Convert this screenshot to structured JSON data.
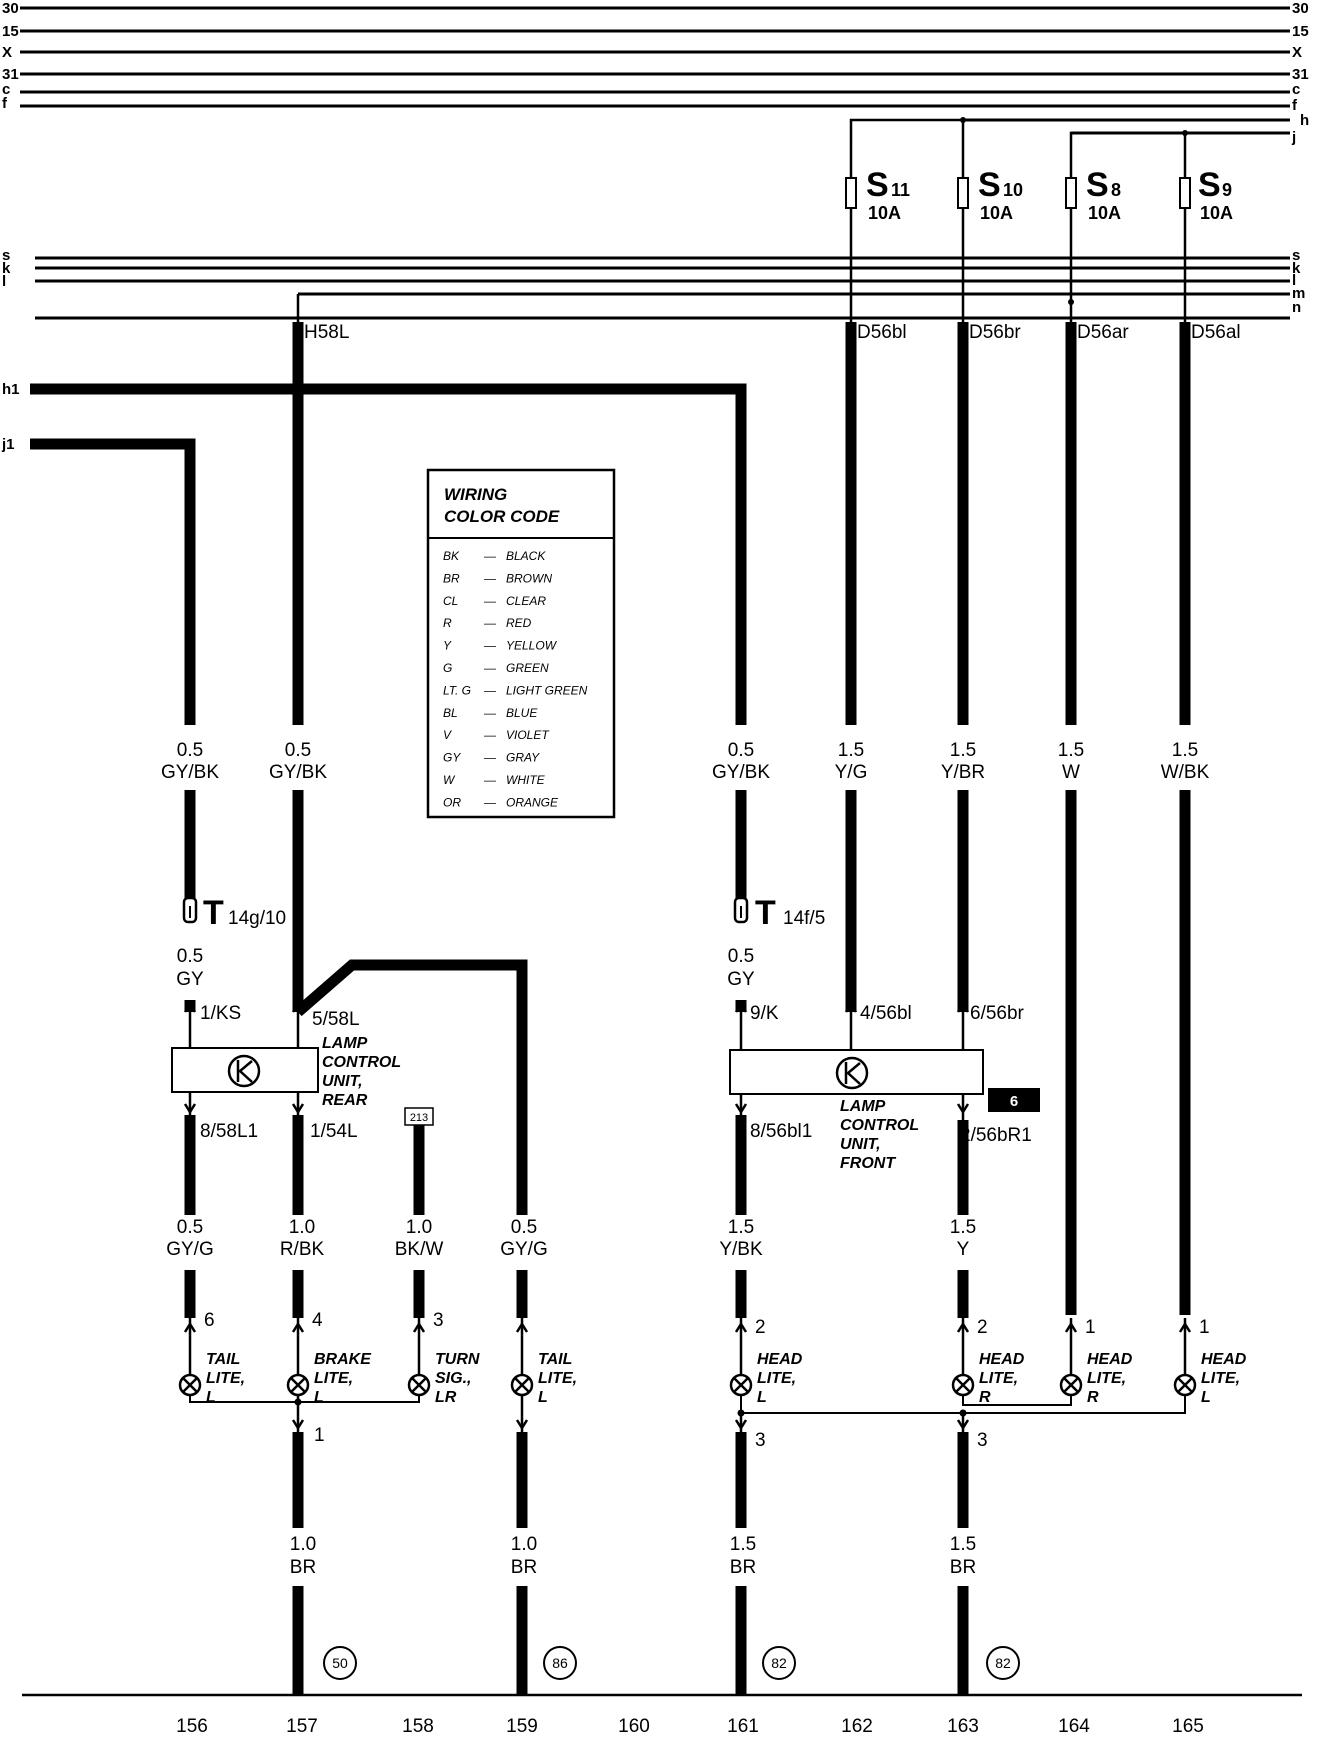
{
  "bus_top": [
    "30",
    "15",
    "X",
    "31",
    "c",
    "f"
  ],
  "bus_right_extra": [
    "h",
    "j"
  ],
  "bus_mid": [
    "s",
    "k",
    "l"
  ],
  "bus_mid_right": [
    "s",
    "k",
    "l",
    "m",
    "n"
  ],
  "inputs": [
    "h1",
    "j1"
  ],
  "fuses": [
    {
      "id": "S",
      "sub": "11",
      "rating": "10A"
    },
    {
      "id": "S",
      "sub": "10",
      "rating": "10A"
    },
    {
      "id": "S",
      "sub": "8",
      "rating": "10A"
    },
    {
      "id": "S",
      "sub": "9",
      "rating": "10A"
    }
  ],
  "bus_taps": [
    "H58L",
    "D56bl",
    "D56br",
    "D56ar",
    "D56al"
  ],
  "upper_wires": [
    {
      "size": "0.5",
      "color": "GY/BK"
    },
    {
      "size": "0.5",
      "color": "GY/BK"
    },
    {
      "size": "0.5",
      "color": "GY/BK"
    },
    {
      "size": "1.5",
      "color": "Y/G"
    },
    {
      "size": "1.5",
      "color": "Y/BR"
    },
    {
      "size": "1.5",
      "color": "W"
    },
    {
      "size": "1.5",
      "color": "W/BK"
    }
  ],
  "legend": {
    "title1": "WIRING",
    "title2": "COLOR CODE",
    "rows": [
      {
        "code": "BK",
        "name": "BLACK"
      },
      {
        "code": "BR",
        "name": "BROWN"
      },
      {
        "code": "CL",
        "name": "CLEAR"
      },
      {
        "code": "R",
        "name": "RED"
      },
      {
        "code": "Y",
        "name": "YELLOW"
      },
      {
        "code": "G",
        "name": "GREEN"
      },
      {
        "code": "LT. G",
        "name": "LIGHT GREEN"
      },
      {
        "code": "BL",
        "name": "BLUE"
      },
      {
        "code": "V",
        "name": "VIOLET"
      },
      {
        "code": "GY",
        "name": "GRAY"
      },
      {
        "code": "W",
        "name": "WHITE"
      },
      {
        "code": "OR",
        "name": "ORANGE"
      }
    ]
  },
  "connectors": [
    {
      "id": "T",
      "sub": "14g/10"
    },
    {
      "id": "T",
      "sub": "14f/5"
    }
  ],
  "after_connector_wires": [
    {
      "size": "0.5",
      "color": "GY"
    },
    {
      "size": "0.5",
      "color": "GY"
    }
  ],
  "rear_unit": {
    "pins_top": [
      "1/KS",
      "5/58L"
    ],
    "pins_bottom": [
      "8/58L1",
      "1/54L"
    ],
    "label": [
      "LAMP",
      "CONTROL",
      "UNIT,",
      "REAR"
    ]
  },
  "front_unit": {
    "pins_top": [
      "9/K",
      "4/56bl",
      "6/56br"
    ],
    "pins_bottom": [
      "8/56bl1",
      "2/56bR1"
    ],
    "label": [
      "LAMP",
      "CONTROL",
      "UNIT,",
      "FRONT"
    ],
    "badge": "6"
  },
  "ref_box": "213",
  "lower_wires": [
    {
      "size": "0.5",
      "color": "GY/G"
    },
    {
      "size": "1.0",
      "color": "R/BK"
    },
    {
      "size": "1.0",
      "color": "BK/W"
    },
    {
      "size": "0.5",
      "color": "GY/G"
    },
    {
      "size": "1.5",
      "color": "Y/BK"
    },
    {
      "size": "1.5",
      "color": "Y"
    }
  ],
  "lamps": [
    {
      "pin": "6",
      "label": [
        "TAIL",
        "LITE,",
        "L"
      ]
    },
    {
      "pin": "4",
      "label": [
        "BRAKE",
        "LITE,",
        "L"
      ]
    },
    {
      "pin": "3",
      "label": [
        "TURN",
        "SIG.,",
        "LR"
      ]
    },
    {
      "pin": "",
      "label": [
        "TAIL",
        "LITE,",
        "L"
      ]
    },
    {
      "pin": "2",
      "label": [
        "HEAD",
        "LITE,",
        "L"
      ]
    },
    {
      "pin": "2",
      "label": [
        "HEAD",
        "LITE,",
        "R"
      ]
    },
    {
      "pin": "1",
      "label": [
        "HEAD",
        "LITE,",
        "R"
      ]
    },
    {
      "pin": "1",
      "label": [
        "HEAD",
        "LITE,",
        "L"
      ]
    }
  ],
  "ground_pins": [
    "1",
    "3",
    "3"
  ],
  "ground_wires": [
    {
      "size": "1.0",
      "color": "BR"
    },
    {
      "size": "1.0",
      "color": "BR"
    },
    {
      "size": "1.5",
      "color": "BR"
    },
    {
      "size": "1.5",
      "color": "BR"
    }
  ],
  "ground_refs": [
    "50",
    "86",
    "82",
    "82"
  ],
  "columns": [
    "156",
    "157",
    "158",
    "159",
    "160",
    "161",
    "162",
    "163",
    "164",
    "165"
  ]
}
